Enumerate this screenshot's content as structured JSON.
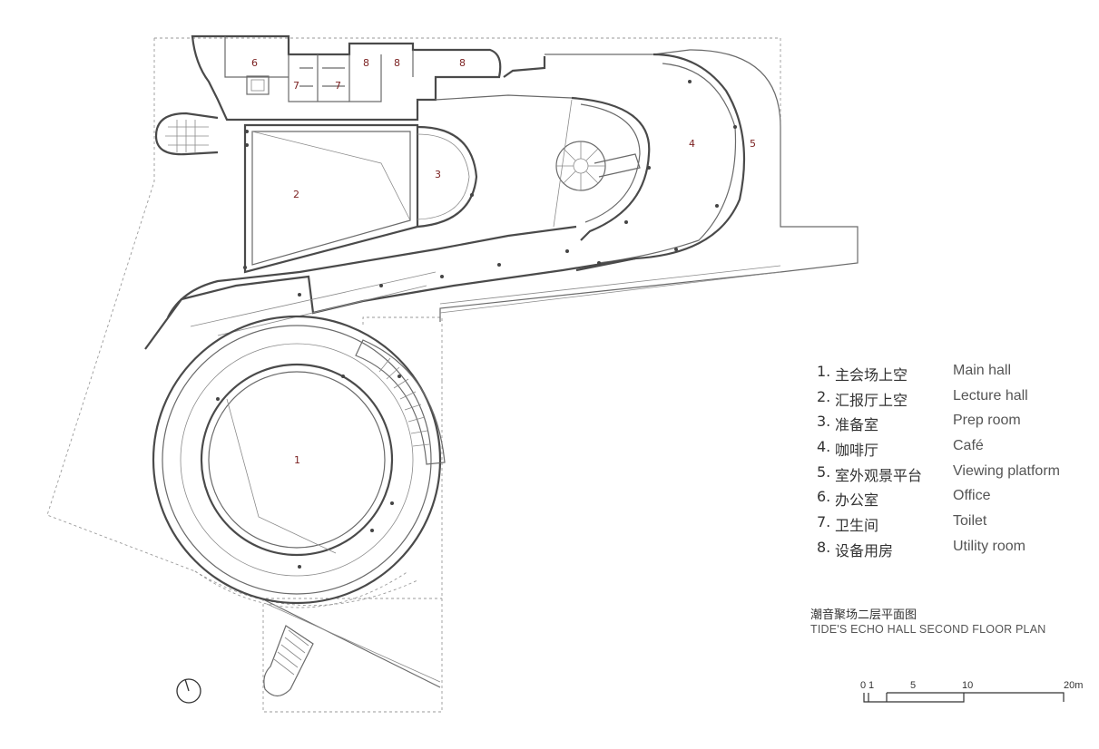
{
  "rooms": [
    {
      "id": "1",
      "zh": "主会场上空",
      "en": "Main hall"
    },
    {
      "id": "2",
      "zh": "汇报厅上空",
      "en": "Lecture hall"
    },
    {
      "id": "3",
      "zh": "准备室",
      "en": "Prep room"
    },
    {
      "id": "4",
      "zh": "咖啡厅",
      "en": "Café"
    },
    {
      "id": "5",
      "zh": "室外观景平台",
      "en": "Viewing platform"
    },
    {
      "id": "6",
      "zh": "办公室",
      "en": "Office"
    },
    {
      "id": "7",
      "zh": "卫生间",
      "en": "Toilet"
    },
    {
      "id": "8",
      "zh": "设备用房",
      "en": "Utility room"
    }
  ],
  "legend_numbers": [
    "1.",
    "2.",
    "3.",
    "4.",
    "5.",
    "6.",
    "7.",
    "8."
  ],
  "plan_labels": {
    "main_hall": "1",
    "lecture_hall": "2",
    "prep_room": "3",
    "cafe": "4",
    "platform": "5",
    "office": "6",
    "toilet_a": "7",
    "toilet_b": "7",
    "utility_a": "8",
    "utility_b": "8",
    "utility_c": "8"
  },
  "title": {
    "zh": "潮音聚场二层平面图",
    "en": "TIDE'S ECHO HALL SECOND FLOOR PLAN"
  },
  "scale_bar": {
    "labels": [
      "0",
      "1",
      "5",
      "10",
      "20m"
    ]
  }
}
